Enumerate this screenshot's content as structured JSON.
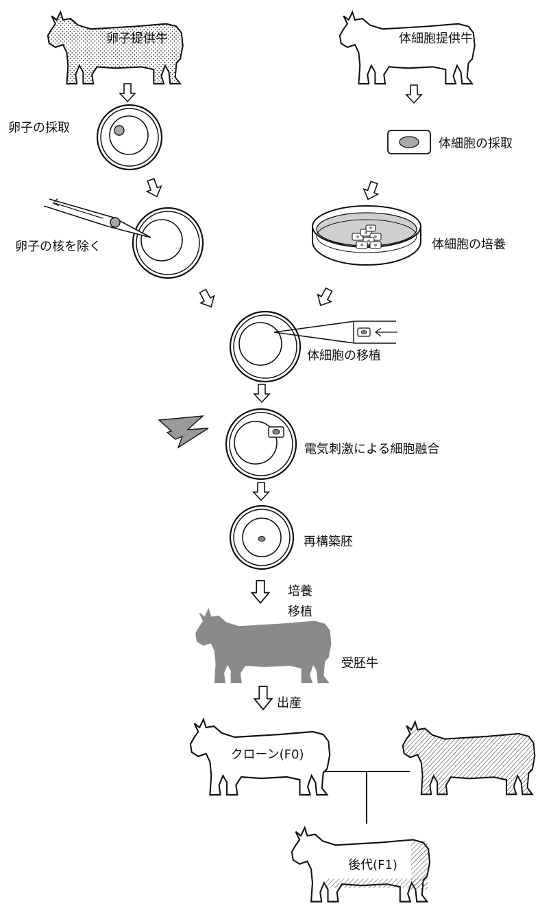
{
  "labels": {
    "egg_donor_cow": "卵子提供牛",
    "somatic_donor_cow": "体細胞提供牛",
    "egg_collection": "卵子の採取",
    "somatic_collection": "体細胞の採取",
    "egg_enucleation": "卵子の核を除く",
    "somatic_culture": "体細胞の培養",
    "somatic_transfer": "体細胞の移植",
    "electrofusion": "電気刺激による細胞融合",
    "reconstructed_embryo": "再構築胚",
    "culture": "培養",
    "transfer": "移植",
    "recipient_cow": "受胚牛",
    "birth": "出産",
    "clone_f0": "クローン(F0)",
    "offspring_f1": "後代(F1)"
  },
  "colors": {
    "stroke": "#111111",
    "recipient_fill": "#8a8a8a",
    "dish_fill": "#cfcfcf",
    "nucleus_fill": "#a8a8a8"
  }
}
